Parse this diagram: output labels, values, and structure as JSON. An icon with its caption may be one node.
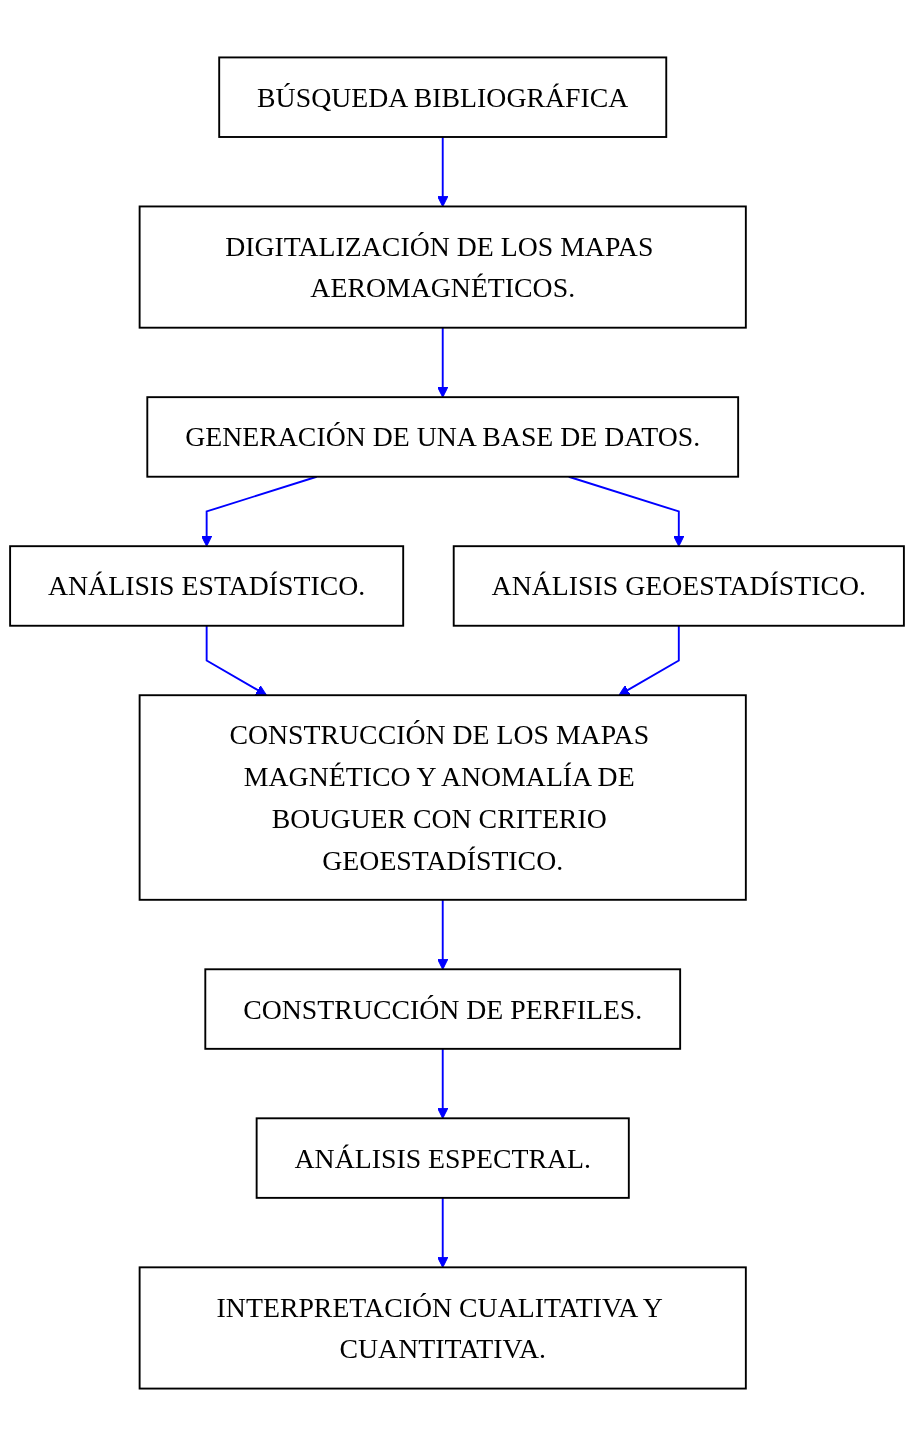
{
  "diagram": {
    "nodes": [
      {
        "text": [
          "BÚSQUEDA BIBLIOGRÁFICA"
        ]
      },
      {
        "text": [
          "DIGITALIZACIÓN DE LOS MAPAS AEROMAGNÉTICOS."
        ]
      },
      {
        "text": [
          "GENERACIÓN DE UNA BASE DE DATOS."
        ]
      },
      {
        "text": [
          "ANÁLISIS ESTADÍSTICO."
        ]
      },
      {
        "text": [
          "ANÁLISIS GEOESTADÍSTICO."
        ]
      },
      {
        "text": [
          "CONSTRUCCIÓN DE LOS MAPAS MAGNÉTICO Y ANOMALÍA DE BOUGUER CON CRITERIO GEOESTADÍSTICO."
        ]
      },
      {
        "text": [
          "CONSTRUCCIÓN DE PERFILES."
        ]
      },
      {
        "text": [
          "ANÁLISIS ESPECTRAL."
        ]
      },
      {
        "text": [
          "INTERPRETACIÓN CUALITATIVA Y CUANTITATIVA."
        ]
      }
    ],
    "edges": [
      {
        "from": 0,
        "to": 1,
        "arrow": "to"
      },
      {
        "from": 1,
        "to": 2,
        "arrow": "to"
      },
      {
        "from": 2,
        "to": 3,
        "arrow": "to"
      },
      {
        "from": 2,
        "to": 4,
        "arrow": "to"
      },
      {
        "from": 3,
        "to": 5,
        "arrow": "to"
      },
      {
        "from": 4,
        "to": 5,
        "arrow": "to"
      },
      {
        "from": 5,
        "to": 6,
        "arrow": "to"
      },
      {
        "from": 6,
        "to": 7,
        "arrow": "to"
      },
      {
        "from": 7,
        "to": 8,
        "arrow": "to"
      }
    ]
  }
}
